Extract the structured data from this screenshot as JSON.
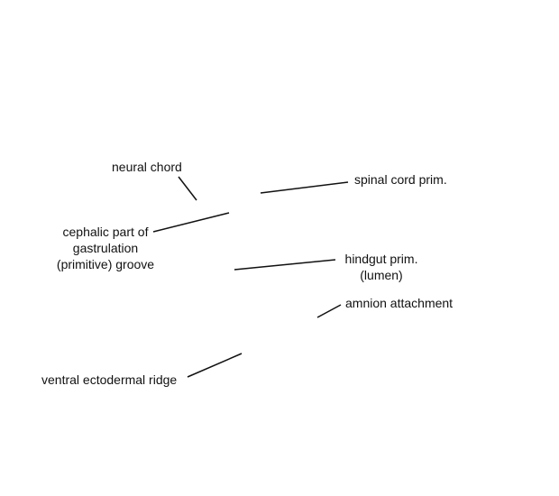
{
  "diagram": {
    "labels": {
      "neural_chord": [
        "neural chord"
      ],
      "spinal_cord": [
        "spinal cord prim."
      ],
      "cephalic_groove": [
        "cephalic part of",
        "gastrulation",
        "(primitive) groove"
      ],
      "hindgut": [
        "hindgut prim.",
        "(lumen)"
      ],
      "amnion": [
        "amnion attachment"
      ],
      "ventral_ridge": [
        "ventral ectodermal ridge"
      ]
    },
    "colors": {
      "text": "#111111",
      "line": "#111111",
      "background": "#ffffff"
    }
  }
}
